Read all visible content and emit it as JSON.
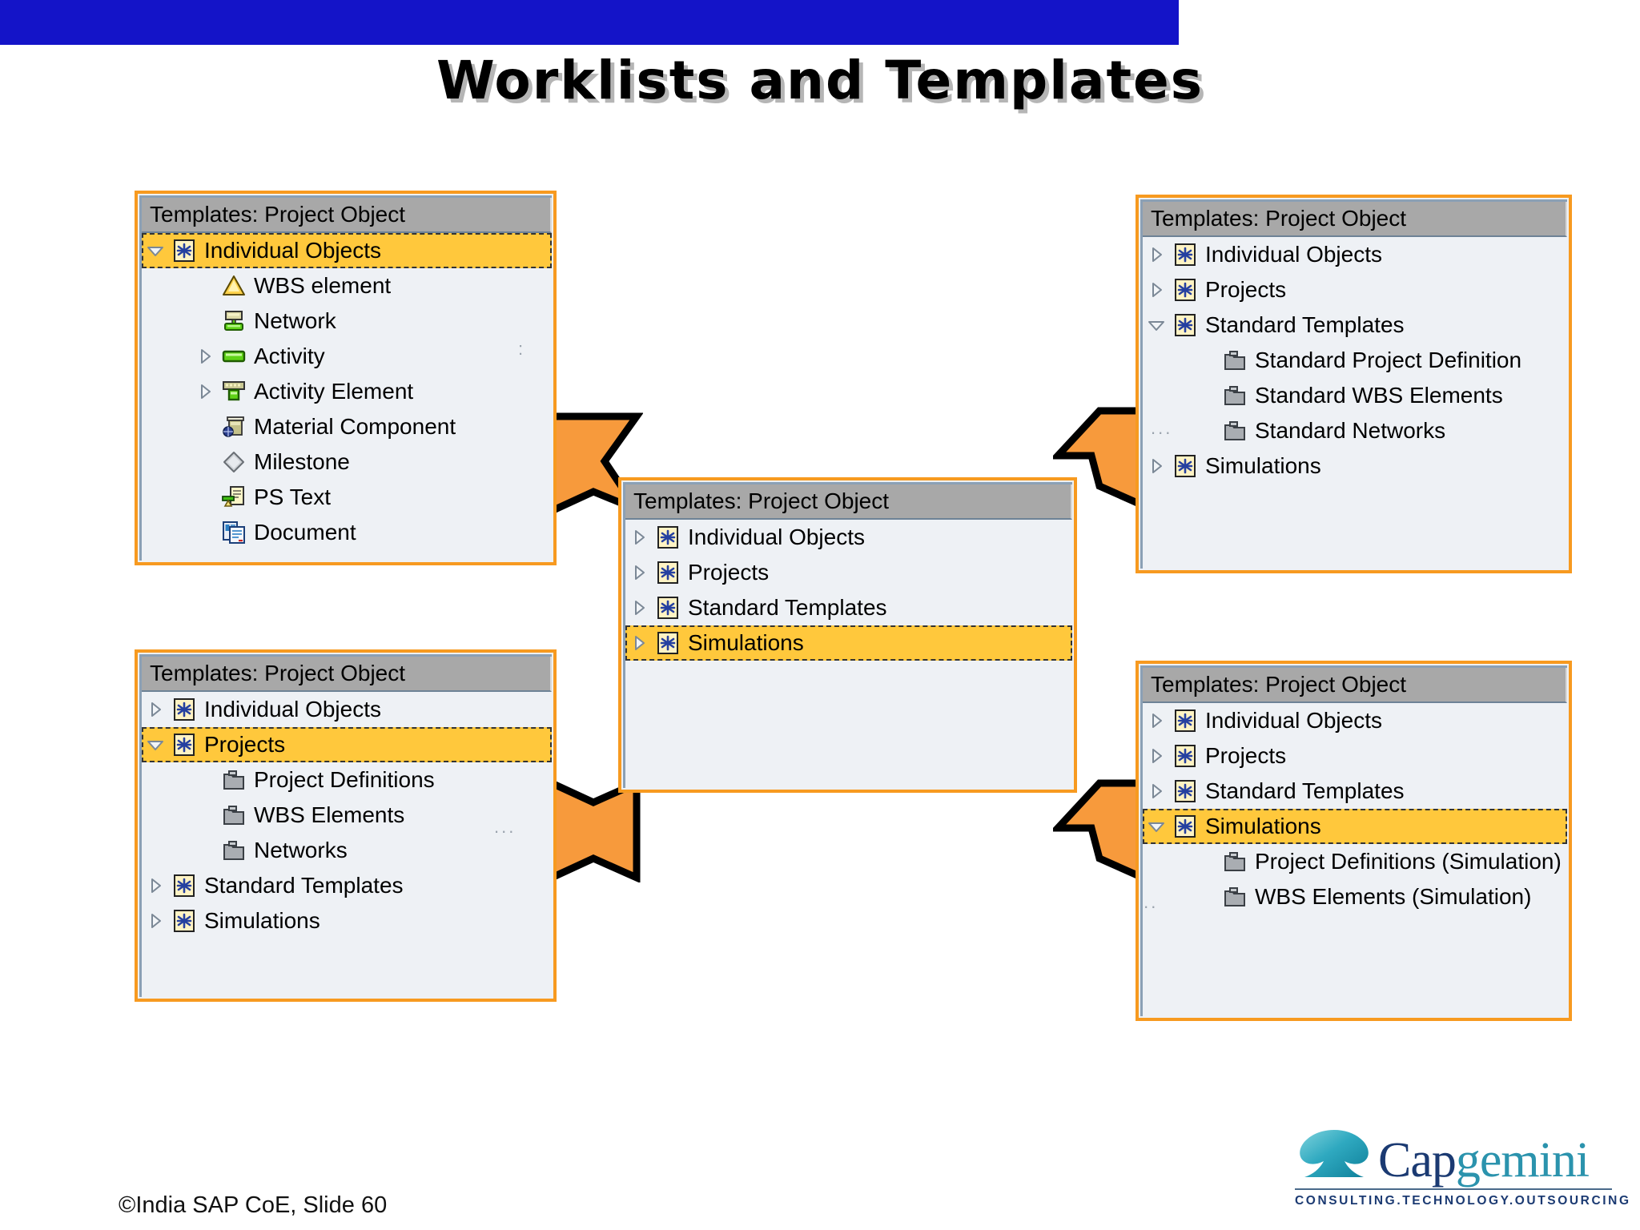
{
  "slide": {
    "title": "Worklists and Templates",
    "footer": "©India SAP CoE, Slide 60",
    "band_color": "#1414c8",
    "accent_color": "#F79A20",
    "selection_color": "#FFC83C"
  },
  "logo": {
    "word_dark": "Cap",
    "word_teal": "gemini",
    "tagline": "CONSULTING.TECHNOLOGY.OUTSOURCING"
  },
  "panels": {
    "top_left": {
      "title": "Templates: Project Object",
      "rows": [
        {
          "label": "Individual Objects",
          "icon": "asterisk-icon",
          "twisty": "expanded",
          "selected": true,
          "indent": 0
        },
        {
          "label": "WBS element",
          "icon": "wbs-triangle-icon",
          "twisty": "none",
          "selected": false,
          "indent": 1
        },
        {
          "label": "Network",
          "icon": "network-icon",
          "twisty": "none",
          "selected": false,
          "indent": 1
        },
        {
          "label": "Activity",
          "icon": "activity-icon",
          "twisty": "collapsed",
          "selected": false,
          "indent": 1
        },
        {
          "label": "Activity Element",
          "icon": "activity-element-icon",
          "twisty": "collapsed",
          "selected": false,
          "indent": 1
        },
        {
          "label": "Material Component",
          "icon": "material-component-icon",
          "twisty": "none",
          "selected": false,
          "indent": 1
        },
        {
          "label": "Milestone",
          "icon": "milestone-icon",
          "twisty": "none",
          "selected": false,
          "indent": 1
        },
        {
          "label": "PS Text",
          "icon": "ps-text-icon",
          "twisty": "none",
          "selected": false,
          "indent": 1
        },
        {
          "label": "Document",
          "icon": "document-icon",
          "twisty": "none",
          "selected": false,
          "indent": 1
        }
      ]
    },
    "center": {
      "title": "Templates: Project Object",
      "rows": [
        {
          "label": "Individual Objects",
          "icon": "asterisk-icon",
          "twisty": "collapsed",
          "selected": false,
          "indent": 0
        },
        {
          "label": "Projects",
          "icon": "asterisk-icon",
          "twisty": "collapsed",
          "selected": false,
          "indent": 0
        },
        {
          "label": "Standard Templates",
          "icon": "asterisk-icon",
          "twisty": "collapsed",
          "selected": false,
          "indent": 0
        },
        {
          "label": "Simulations",
          "icon": "asterisk-icon",
          "twisty": "collapsed",
          "selected": true,
          "indent": 0
        }
      ]
    },
    "top_right": {
      "title": "Templates: Project Object",
      "rows": [
        {
          "label": "Individual Objects",
          "icon": "asterisk-icon",
          "twisty": "collapsed",
          "selected": false,
          "indent": 0
        },
        {
          "label": "Projects",
          "icon": "asterisk-icon",
          "twisty": "collapsed",
          "selected": false,
          "indent": 0
        },
        {
          "label": "Standard Templates",
          "icon": "asterisk-icon",
          "twisty": "expanded",
          "selected": false,
          "indent": 0
        },
        {
          "label": "Standard Project Definition",
          "icon": "folder-icon",
          "twisty": "none",
          "selected": false,
          "indent": 1
        },
        {
          "label": "Standard WBS Elements",
          "icon": "folder-icon",
          "twisty": "none",
          "selected": false,
          "indent": 1
        },
        {
          "label": "Standard Networks",
          "icon": "folder-icon",
          "twisty": "none",
          "selected": false,
          "indent": 1
        },
        {
          "label": "Simulations",
          "icon": "asterisk-icon",
          "twisty": "collapsed",
          "selected": false,
          "indent": 0
        }
      ]
    },
    "bottom_left": {
      "title": "Templates: Project Object",
      "rows": [
        {
          "label": "Individual Objects",
          "icon": "asterisk-icon",
          "twisty": "collapsed",
          "selected": false,
          "indent": 0
        },
        {
          "label": "Projects",
          "icon": "asterisk-icon",
          "twisty": "expanded",
          "selected": true,
          "indent": 0
        },
        {
          "label": "Project Definitions",
          "icon": "folder-icon",
          "twisty": "none",
          "selected": false,
          "indent": 1
        },
        {
          "label": "WBS Elements",
          "icon": "folder-icon",
          "twisty": "none",
          "selected": false,
          "indent": 1
        },
        {
          "label": "Networks",
          "icon": "folder-icon",
          "twisty": "none",
          "selected": false,
          "indent": 1
        },
        {
          "label": "Standard Templates",
          "icon": "asterisk-icon",
          "twisty": "collapsed",
          "selected": false,
          "indent": 0
        },
        {
          "label": "Simulations",
          "icon": "asterisk-icon",
          "twisty": "collapsed",
          "selected": false,
          "indent": 0
        }
      ]
    },
    "bottom_right": {
      "title": "Templates: Project Object",
      "rows": [
        {
          "label": "Individual Objects",
          "icon": "asterisk-icon",
          "twisty": "collapsed",
          "selected": false,
          "indent": 0
        },
        {
          "label": "Projects",
          "icon": "asterisk-icon",
          "twisty": "collapsed",
          "selected": false,
          "indent": 0
        },
        {
          "label": "Standard Templates",
          "icon": "asterisk-icon",
          "twisty": "collapsed",
          "selected": false,
          "indent": 0
        },
        {
          "label": "Simulations",
          "icon": "asterisk-icon",
          "twisty": "expanded",
          "selected": true,
          "indent": 0
        },
        {
          "label": "Project Definitions (Simulation)",
          "icon": "folder-icon",
          "twisty": "none",
          "selected": false,
          "indent": 1
        },
        {
          "label": "WBS Elements (Simulation)",
          "icon": "folder-icon",
          "twisty": "none",
          "selected": false,
          "indent": 1
        }
      ]
    }
  },
  "arrows": [
    {
      "name": "arrow-center-to-top-left",
      "direction": "left"
    },
    {
      "name": "arrow-center-to-top-right",
      "direction": "left"
    },
    {
      "name": "arrow-center-to-bottom-left",
      "direction": "left"
    },
    {
      "name": "arrow-center-to-bottom-right",
      "direction": "left"
    }
  ]
}
